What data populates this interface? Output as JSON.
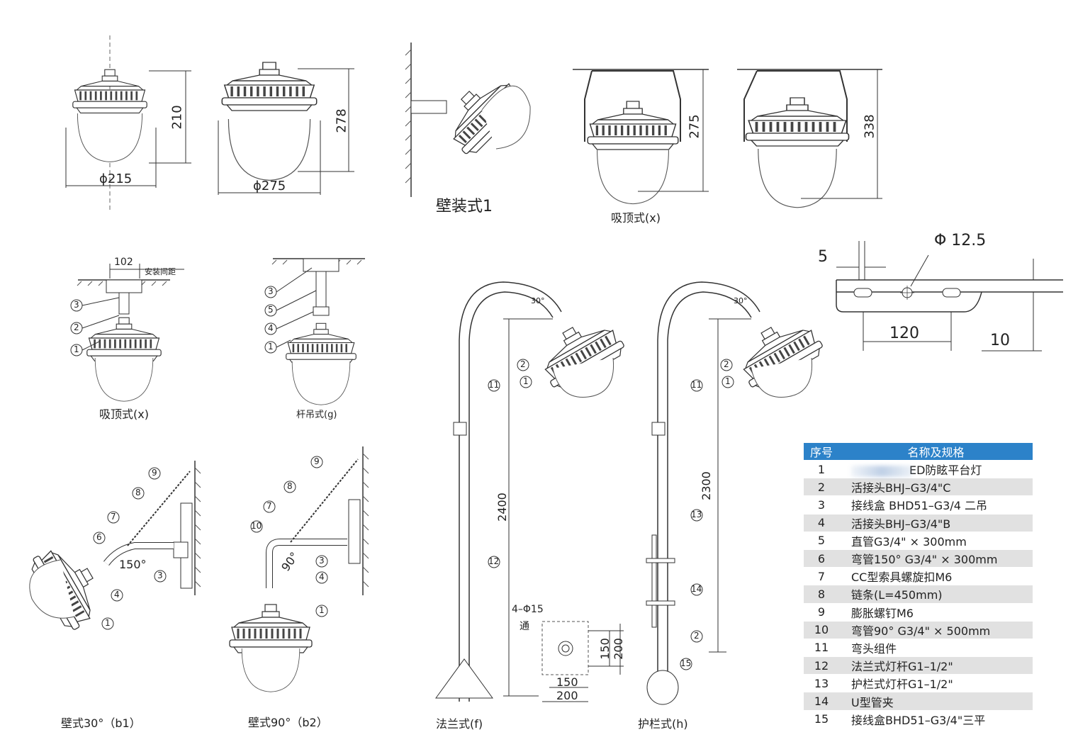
{
  "captions": {
    "wall_mount_1": "壁装式1",
    "ceiling_top": "吸顶式(x)",
    "ceiling_mid": "吸顶式(x)",
    "pole_hang": "杆吊式(g)",
    "wall30": "壁式30°（b1）",
    "wall90": "壁式90°（b2）",
    "flange": "法兰式(f)",
    "guardrail": "护栏式(h)"
  },
  "dimensions": {
    "h210": "210",
    "d215": "ϕ215",
    "h278": "278",
    "d275": "ϕ275",
    "h275": "275",
    "h338": "338",
    "w102": "102",
    "spacing_note": "安装间距",
    "h2400": "2400",
    "h2300": "2300",
    "angle30a": "30°",
    "angle30b": "30°",
    "angle150": "150°",
    "angle90": "90°",
    "holes": "4–Φ15",
    "through": "通",
    "f150v": "150",
    "f200v": "200",
    "f150h": "150",
    "f200h": "200",
    "b5": "5",
    "b12_5": "Φ 12.5",
    "b120": "120",
    "b10": "10"
  },
  "callouts": {
    "x": [
      "3",
      "2",
      "1"
    ],
    "g": [
      "3",
      "5",
      "4",
      "1"
    ],
    "b1": [
      "9",
      "8",
      "7",
      "6",
      "3",
      "4",
      "1"
    ],
    "b2": [
      "9",
      "8",
      "7",
      "10",
      "3",
      "4",
      "1"
    ],
    "f": [
      "2",
      "1",
      "11",
      "12"
    ],
    "h": [
      "2",
      "1",
      "11",
      "13",
      "14",
      "2",
      "15"
    ]
  },
  "table": {
    "col_no": "序号",
    "col_name": "名称及规格",
    "rows": [
      {
        "no": "1",
        "name": "ED防眩平台灯",
        "redacted": true
      },
      {
        "no": "2",
        "name": "活接头BHJ–G3/4\"C"
      },
      {
        "no": "3",
        "name": "接线盒 BHD51–G3/4 二吊"
      },
      {
        "no": "4",
        "name": "活接头BHJ–G3/4\"B"
      },
      {
        "no": "5",
        "name": "直管G3/4\" × 300mm"
      },
      {
        "no": "6",
        "name": "弯管150°  G3/4\" × 300mm"
      },
      {
        "no": "7",
        "name": "CC型索具螺旋扣M6"
      },
      {
        "no": "8",
        "name": "链条(L=450mm)"
      },
      {
        "no": "9",
        "name": "膨胀螺钉M6"
      },
      {
        "no": "10",
        "name": "弯管90°  G3/4\" × 500mm"
      },
      {
        "no": "11",
        "name": "弯头组件"
      },
      {
        "no": "12",
        "name": "法兰式灯杆G1–1/2\""
      },
      {
        "no": "13",
        "name": "护栏式灯杆G1–1/2\""
      },
      {
        "no": "14",
        "name": "U型管夹"
      },
      {
        "no": "15",
        "name": "接线盒BHD51–G3/4\"三平"
      }
    ]
  },
  "colors": {
    "header_bg": "#2c82c9",
    "row_alt": "#e1e1e1",
    "line": "#333333"
  }
}
